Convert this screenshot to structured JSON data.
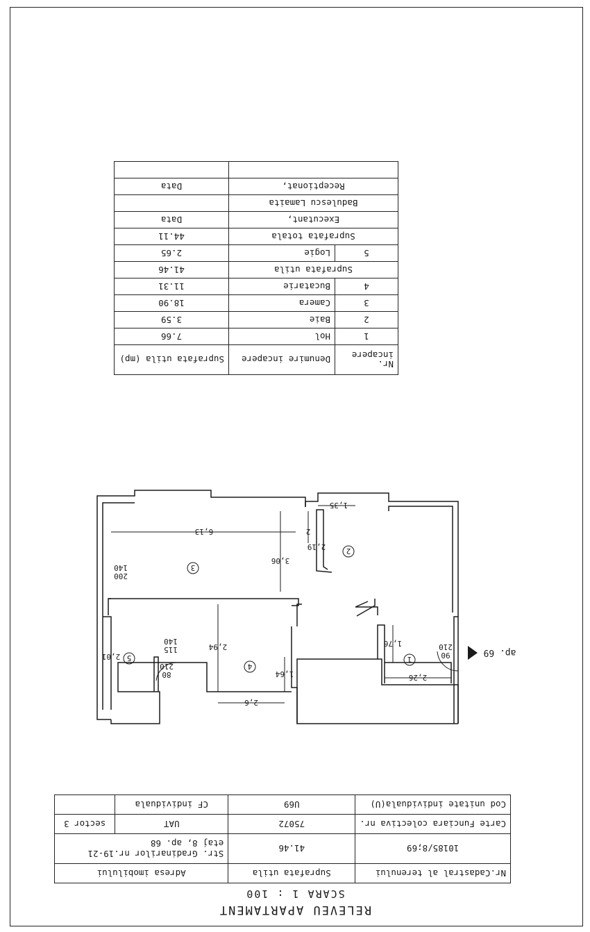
{
  "header": {
    "title": "RELEVEU APARTAMENT",
    "scale": "SCARA 1 : 100"
  },
  "info_table": {
    "h_cadastral": "Nr.Cadastral al terenului",
    "h_area": "Suprafata utila",
    "h_address": "Adresa imobilului",
    "cadastral": "10185/8;69",
    "area": "41.46",
    "address_1": "Str. Gradinarilor nr.19-21",
    "address_2": "etaj 8, ap. 68",
    "l_cf": "Carte Funciara colectiva nr.",
    "cf": "75072",
    "l_uat": "UAT",
    "uat": "sector 3",
    "l_cod": "Cod unitate individuala(U)",
    "cod": "U69",
    "l_cfi": "CF individuala",
    "cfi": ""
  },
  "rooms_table": {
    "h_nr": "Nr. incapere",
    "h_name": "Denumire incapere",
    "h_area": "Suprafata utila (mp)",
    "rows": [
      {
        "nr": "1",
        "name": "Hol",
        "area": "7.66"
      },
      {
        "nr": "2",
        "name": "Baie",
        "area": "3.59"
      },
      {
        "nr": "3",
        "name": "Camera",
        "area": "18.90"
      },
      {
        "nr": "4",
        "name": "Bucatarie",
        "area": "11.31"
      }
    ],
    "subtotal_label": "Suprafata utila",
    "subtotal": "41.46",
    "logia": {
      "nr": "5",
      "name": "Logie",
      "area": "2.65"
    },
    "total_label": "Suprafata totala",
    "total": "44.11",
    "executant_label": "Executant,",
    "executant_date": "Data",
    "executant_name": "Badulescu Lamaita",
    "receptionat_label": "Receptionat,",
    "receptionat_date": "Data"
  },
  "plan": {
    "neighbor": "ap. 69",
    "rooms": [
      "1",
      "2",
      "3",
      "4",
      "5"
    ],
    "dims": {
      "d226": "2,26",
      "d176": "1,76",
      "d26": "2,6",
      "d164": "1,64",
      "d294": "2,94",
      "d201": "2,01",
      "d613": "6,13",
      "d306": "3,06",
      "d2": "2",
      "d219": "2,19",
      "d135": "1,35"
    },
    "openings": {
      "door_entry_w": "90",
      "door_entry_h": "210",
      "door_logia_w": "80",
      "door_logia_h": "210",
      "win_kitchen_w": "115",
      "win_kitchen_h": "140",
      "win_room_w": "200",
      "win_room_h": "140"
    }
  }
}
